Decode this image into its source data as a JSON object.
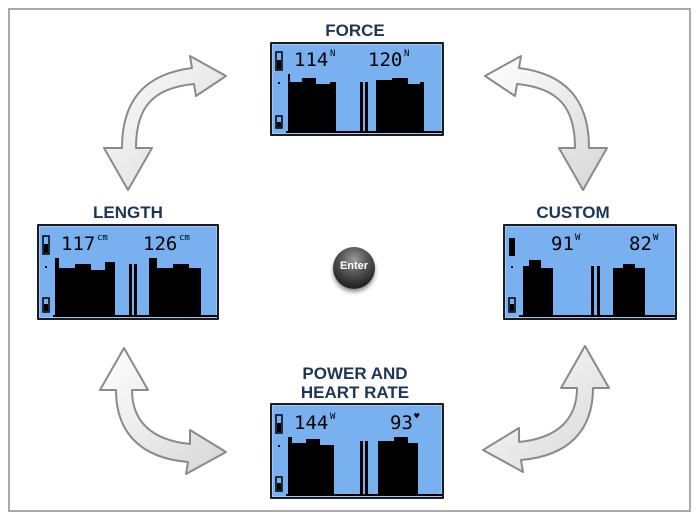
{
  "modes": {
    "force": {
      "title": "FORCE",
      "left_value": "114",
      "left_unit": "N",
      "right_value": "120",
      "right_unit": "N"
    },
    "length": {
      "title": "LENGTH",
      "left_value": "117",
      "left_unit": "cm",
      "right_value": "126",
      "right_unit": "cm"
    },
    "custom": {
      "title": "CUSTOM",
      "left_value": "91",
      "left_unit": "W",
      "right_value": "82",
      "right_unit": "W"
    },
    "power": {
      "title_line1": "POWER AND",
      "title_line2": "HEART RATE",
      "left_value": "144",
      "left_unit": "W",
      "right_value": "93",
      "right_unit": "♥"
    }
  },
  "enter_button": {
    "label": "Enter"
  },
  "colors": {
    "lcd": "#79b0ef",
    "title": "#1d3557",
    "frame": "#a9a9a9"
  },
  "icons": {
    "cycle_arrows": "curved-double-arrow-icon"
  }
}
